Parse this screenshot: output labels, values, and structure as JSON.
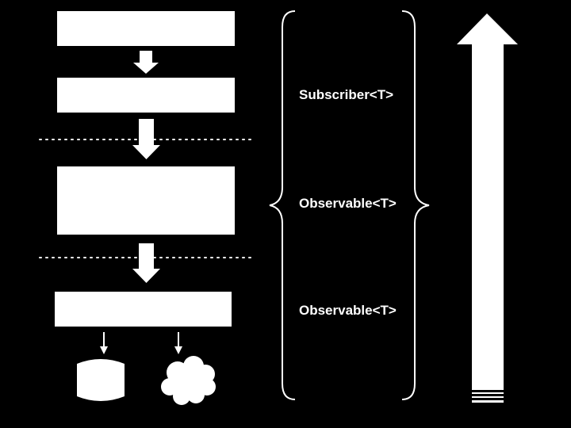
{
  "diagram": {
    "labels": {
      "top": "Subscriber<T>",
      "middle": "Observable<T>",
      "bottom": "Observable<T>"
    },
    "colors": {
      "background": "#000000",
      "foreground": "#ffffff"
    },
    "icons": [
      "down-arrow-icon",
      "database-cylinder-icon",
      "cloud-icon",
      "up-arrow-icon",
      "curly-brace-icon"
    ]
  }
}
